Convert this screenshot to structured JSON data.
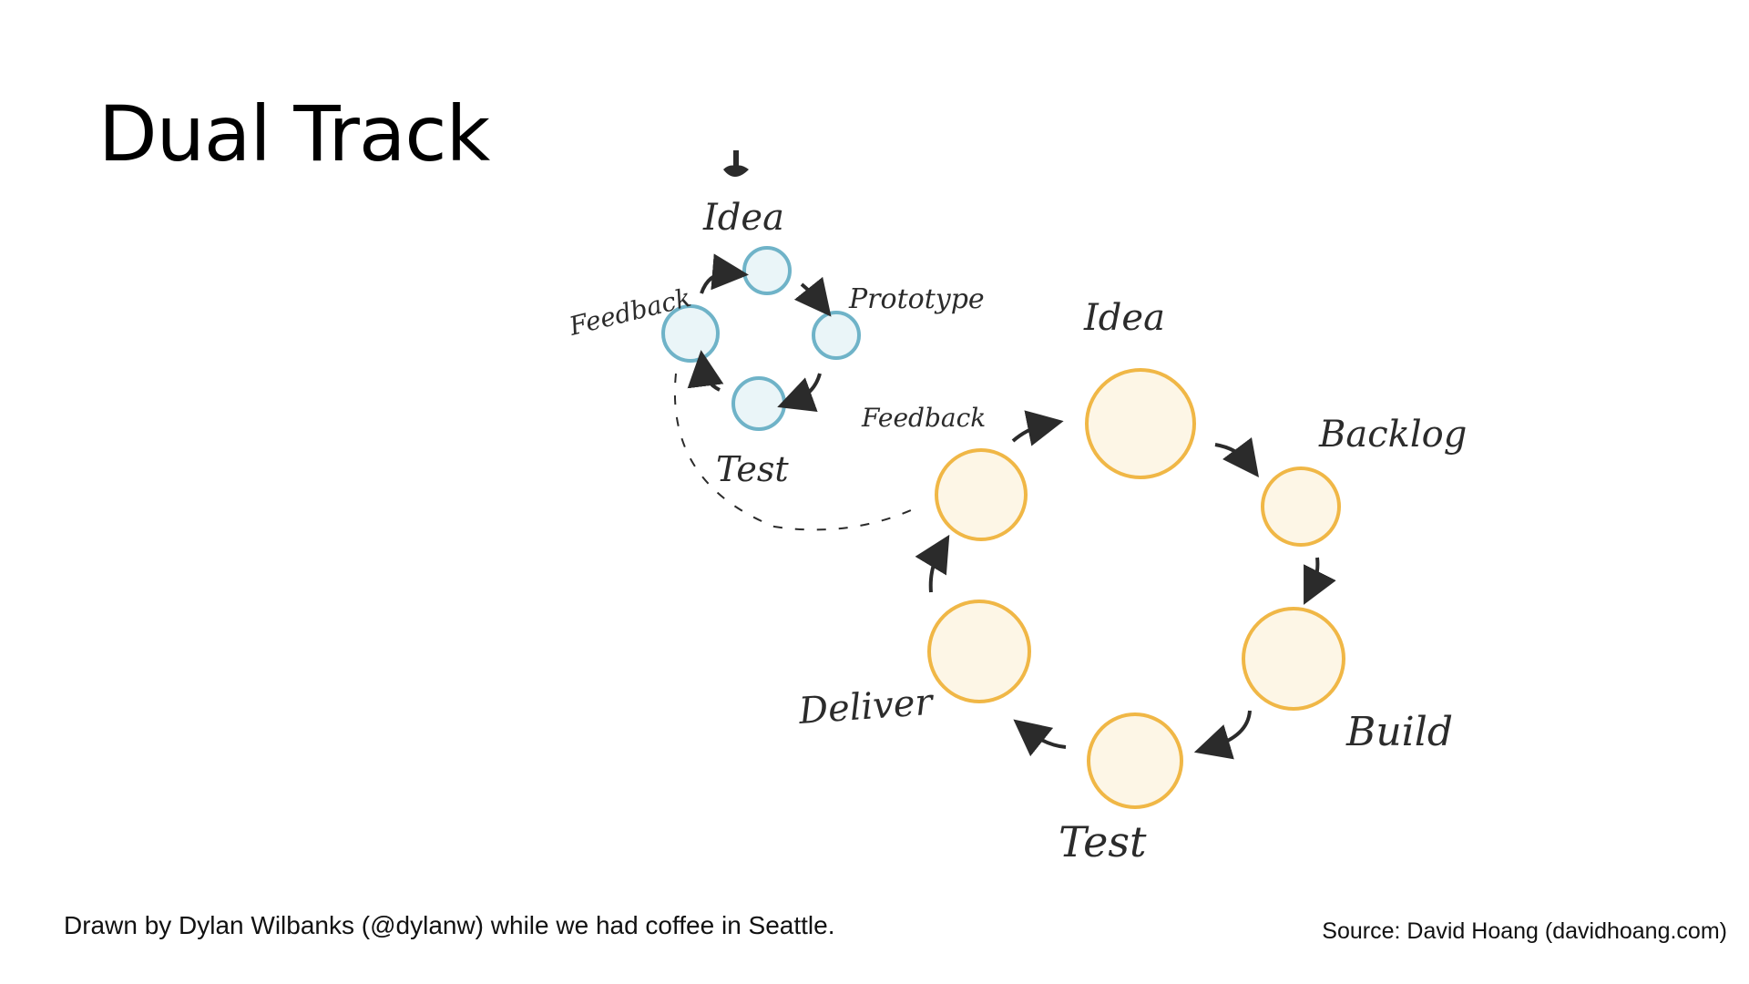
{
  "slide": {
    "title": "Dual Track",
    "caption": "Drawn by Dylan Wilbanks (@dylanw) while we had coffee in Seattle.",
    "source": "Source: David Hoang (davidhoang.com)"
  },
  "discovery_track": {
    "labels": {
      "idea": "Idea",
      "prototype": "Prototype",
      "test": "Test",
      "feedback": "Feedback"
    },
    "colors": {
      "fill": "#eaf5f8",
      "stroke": "#6fb3c8"
    }
  },
  "delivery_track": {
    "labels": {
      "idea": "Idea",
      "backlog": "Backlog",
      "build": "Build",
      "test": "Test",
      "deliver": "Deliver",
      "feedback": "Feedback"
    },
    "colors": {
      "fill": "#fdf6e6",
      "stroke": "#f0b746"
    }
  },
  "colors": {
    "ink": "#2b2b2b"
  }
}
